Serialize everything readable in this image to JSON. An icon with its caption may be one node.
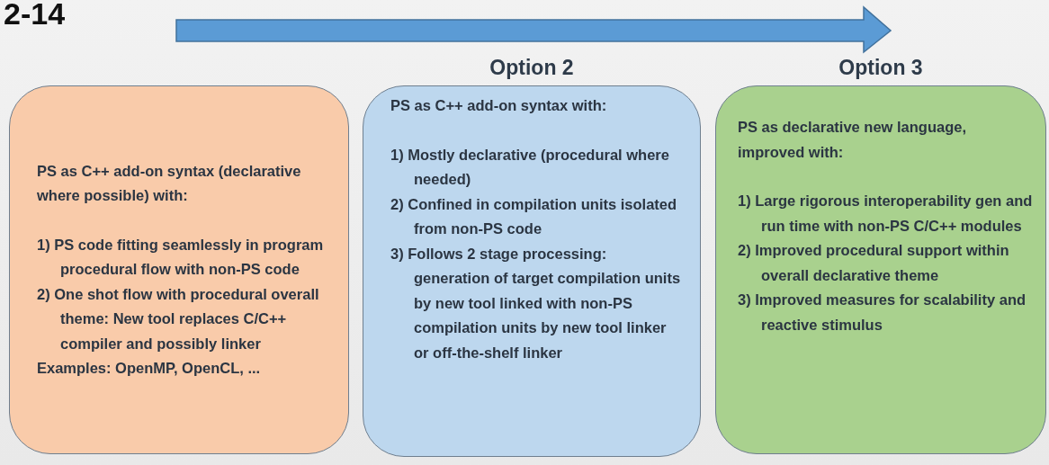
{
  "diagram": {
    "nodes": [
      {
        "text": [
          "PS as C++ add-on syntax (declarative where possible) with:",
          "1) PS code fitting seamlessly in program procedural flow with non-PS code",
          "2) One shot flow with procedural overall theme: New tool replaces C/C++ compiler and possibly linker",
          "Examples: OpenMP, OpenCL, ..."
        ]
      },
      {
        "text": [
          "Option 2",
          "PS as C++ add-on syntax with:",
          "1) Mostly declarative (procedural where needed)",
          "2) Confined in compilation units isolated from non-PS code",
          "3) Follows 2 stage processing: generation of target compilation units by new tool linked with non-PS compilation units by new tool linker or off-the-shelf linker"
        ]
      },
      {
        "text": [
          "Option 3",
          "PS as declarative new language, improved with:",
          "1) Large rigorous interoperability gen and run time with non-PS C/C++ modules",
          "2) Improved procedural support within overall declarative theme",
          "3) Improved measures for scalability and reactive stimulus"
        ]
      }
    ],
    "labels": [
      "2-14"
    ]
  }
}
